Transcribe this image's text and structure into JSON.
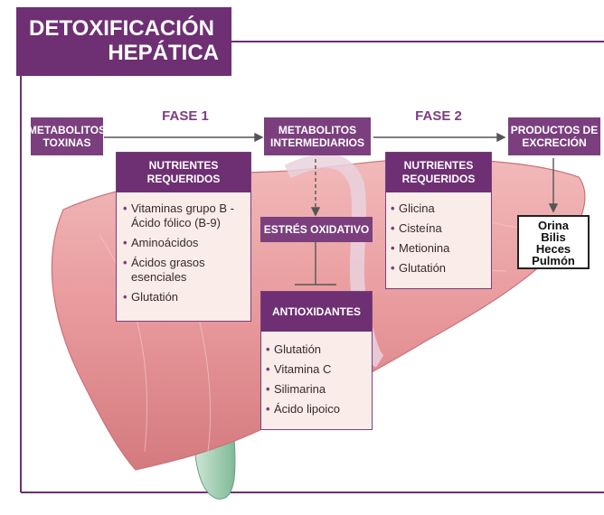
{
  "title": {
    "line1": "DETOXIFICACIÓN",
    "line2": "HEPÁTICA"
  },
  "flow": {
    "start": "METABOLITOS TOXINAS",
    "phase1": "FASE 1",
    "intermediate": "METABOLITOS INTERMEDIARIOS",
    "phase2": "FASE 2",
    "end": "PRODUCTOS DE EXCRECIÓN"
  },
  "phase1_panel": {
    "header": "NUTRIENTES REQUERIDOS",
    "items": [
      "Vitaminas grupo B - Ácido fólico (B-9)",
      "Aminoácidos",
      "Ácidos grasos esenciales",
      "Glutatión"
    ]
  },
  "oxidative_stress": "ESTRÉS OXIDATIVO",
  "antioxidants_panel": {
    "header": "ANTIOXIDANTES",
    "items": [
      "Glutatión",
      "Vitamina C",
      "Silimarina",
      "Ácido lipoico"
    ]
  },
  "phase2_panel": {
    "header": "NUTRIENTES REQUERIDOS",
    "items": [
      "Glicina",
      "Cisteína",
      "Metionina",
      "Glutatión"
    ]
  },
  "excretion_routes": [
    "Orina",
    "Bilis",
    "Heces",
    "Pulmón"
  ],
  "colors": {
    "brand_purple": "#6e2f73",
    "liver_pink": "#e89597",
    "gallbladder_green": "#9fcfb2"
  }
}
